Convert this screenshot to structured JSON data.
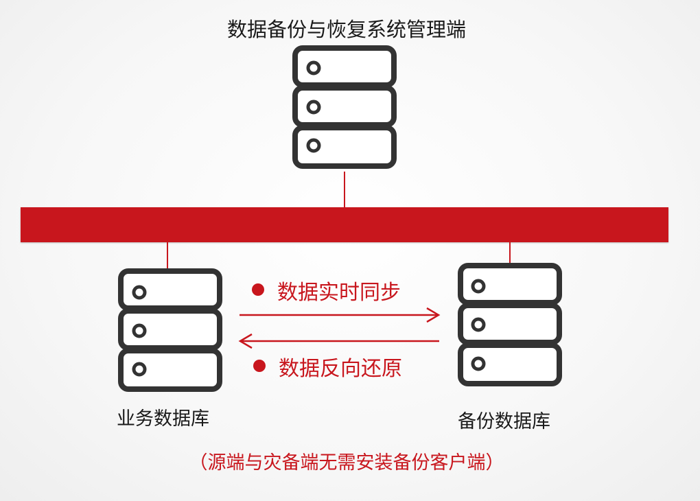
{
  "diagram": {
    "management_title": "数据备份与恢复系统管理端",
    "business_db_label": "业务数据库",
    "backup_db_label": "备份数据库",
    "sync_forward_label": "数据实时同步",
    "sync_reverse_label": "数据反向还原",
    "note": "（源端与灾备端无需安装备份客户端）"
  },
  "colors": {
    "accent": "#c8161d",
    "server": "#333333",
    "text": "#1a1a1a"
  },
  "icons": {
    "server": "server-stack-icon",
    "bullet": "bullet-dot"
  }
}
